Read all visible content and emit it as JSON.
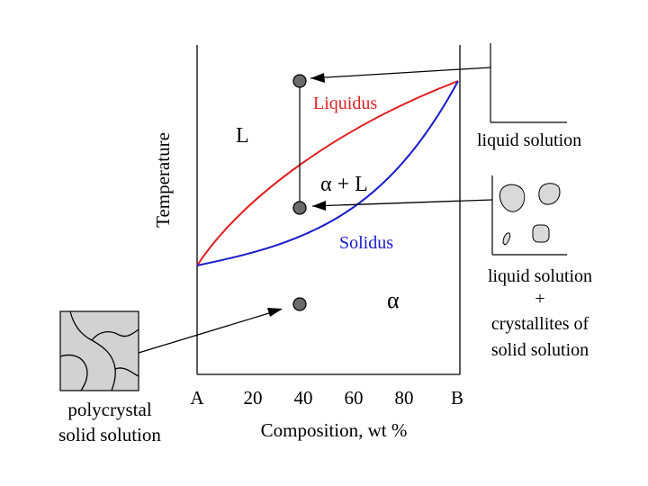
{
  "colors": {
    "liquidus": "#e02020",
    "solidus": "#1a1acc",
    "ink": "#000000",
    "point": "#6b6b6b",
    "crystal": "#d9d9d9",
    "grain_box": "#d2d2d2"
  },
  "axes": {
    "ylabel": "Temperature",
    "xlabel": "Composition, wt %",
    "left_end": "A",
    "right_end": "B",
    "xticks": [
      "20",
      "40",
      "60",
      "80"
    ]
  },
  "regions": {
    "liquid": "L",
    "two_phase": "α + L",
    "solid": "α"
  },
  "curves": {
    "liquidus": "Liquidus",
    "solidus": "Solidus"
  },
  "insets": {
    "liquid": {
      "caption": "liquid solution"
    },
    "two_phase": {
      "caption_lines": [
        "liquid solution",
        "+",
        "crystallites of",
        "solid solution"
      ]
    },
    "solid": {
      "caption_lines": [
        "polycrystal",
        "solid solution"
      ]
    }
  },
  "states": [
    {
      "composition": 40,
      "level": "liquid"
    },
    {
      "composition": 40,
      "level": "two_phase"
    },
    {
      "composition": 40,
      "level": "solid"
    }
  ]
}
